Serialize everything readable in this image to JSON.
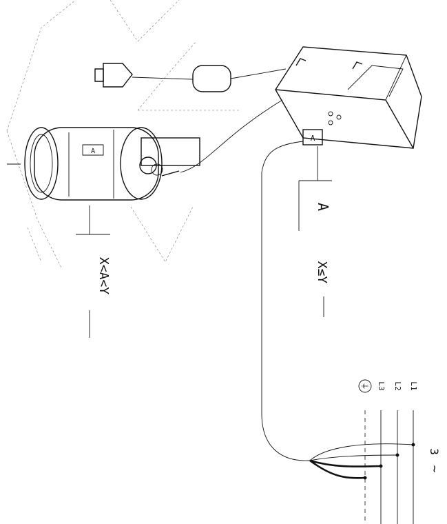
{
  "box_label": "A",
  "pump_label": "A",
  "left_formula": "X<A<Y",
  "right_label": "A",
  "right_formula": "X≤Y",
  "terminal_labels": [
    "⏚",
    "L3",
    "L2",
    "L1"
  ],
  "supply_labels": [
    "3",
    "~"
  ],
  "colors": {
    "line": "#111111",
    "background": "#ffffff"
  }
}
